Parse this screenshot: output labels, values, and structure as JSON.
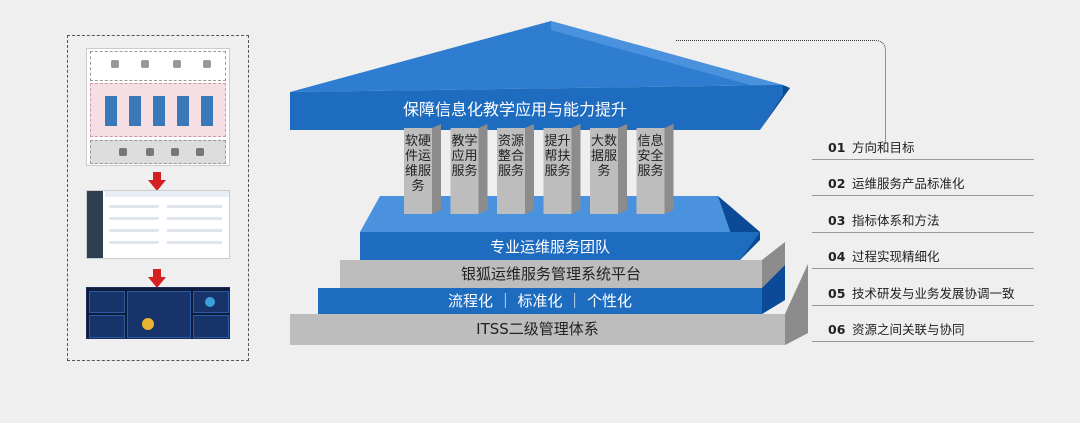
{
  "diagram": {
    "roof_title": "保障信息化教学应用与能力提升",
    "pillars": [
      "软硬件运维服务",
      "教学应用服务",
      "资源整合服务",
      "提升帮扶服务",
      "大数据服务",
      "信息安全服务"
    ],
    "layers": [
      "专业运维服务团队",
      "银狐运维服务管理系统平台",
      "流程化 ｜ 标准化 ｜ 个性化",
      "ITSS二级管理体系"
    ],
    "list": [
      {
        "num": "01",
        "text": "方向和目标"
      },
      {
        "num": "02",
        "text": "运维服务产品标准化"
      },
      {
        "num": "03",
        "text": "指标体系和方法"
      },
      {
        "num": "04",
        "text": "过程实现精细化"
      },
      {
        "num": "05",
        "text": "技术研发与业务发展协调一致"
      },
      {
        "num": "06",
        "text": "资源之间关联与协同"
      }
    ]
  },
  "colors": {
    "blue_main": "#1e6cc0",
    "blue_dark": "#0a4a96",
    "blue_light": "#4b92de",
    "gray_main": "#bdbdbd",
    "gray_dark": "#8c8c8c",
    "gray_light": "#d7d7d7",
    "background": "#efefef"
  }
}
